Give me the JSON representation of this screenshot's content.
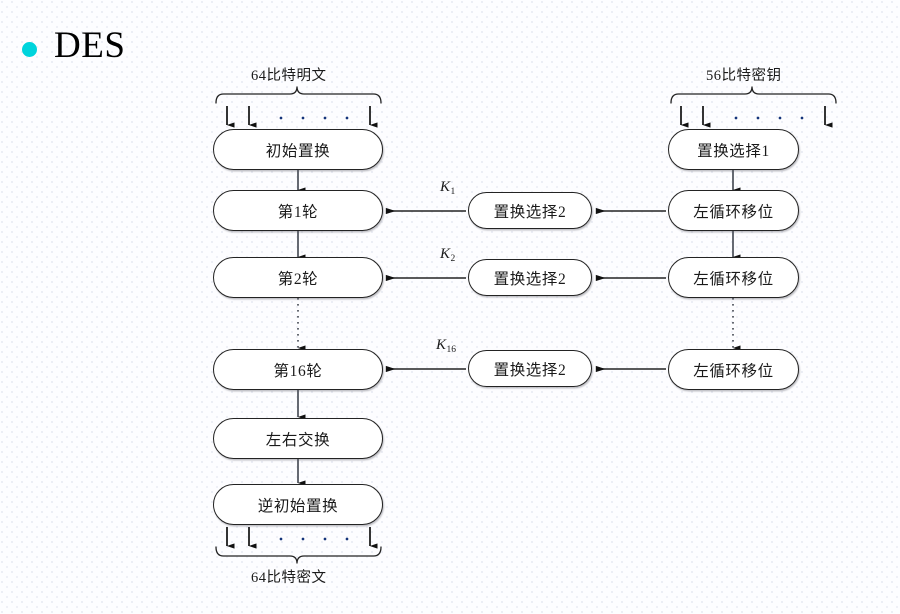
{
  "slide": {
    "title": "DES",
    "bullet_color": "#00d4dc",
    "background_color": "#fdfdff"
  },
  "diagram": {
    "top_labels": {
      "plaintext": "64比特明文",
      "key": "56比特密钥"
    },
    "bottom_label": {
      "ciphertext": "64比特密文"
    },
    "left_column": [
      {
        "label": "初始置换"
      },
      {
        "label": "第1轮"
      },
      {
        "label": "第2轮"
      },
      {
        "label": "第16轮"
      },
      {
        "label": "左右交换"
      },
      {
        "label": "逆初始置换"
      }
    ],
    "middle_column": [
      {
        "label": "置换选择2"
      },
      {
        "label": "置换选择2"
      },
      {
        "label": "置换选择2"
      }
    ],
    "right_column": [
      {
        "label": "置换选择1"
      },
      {
        "label": "左循环移位"
      },
      {
        "label": "左循环移位"
      },
      {
        "label": "左循环移位"
      }
    ],
    "key_labels": [
      {
        "base": "K",
        "sub": "1"
      },
      {
        "base": "K",
        "sub": "2"
      },
      {
        "base": "K",
        "sub": "16"
      }
    ],
    "line_color": "#232323",
    "box_fill": "#ffffff"
  }
}
